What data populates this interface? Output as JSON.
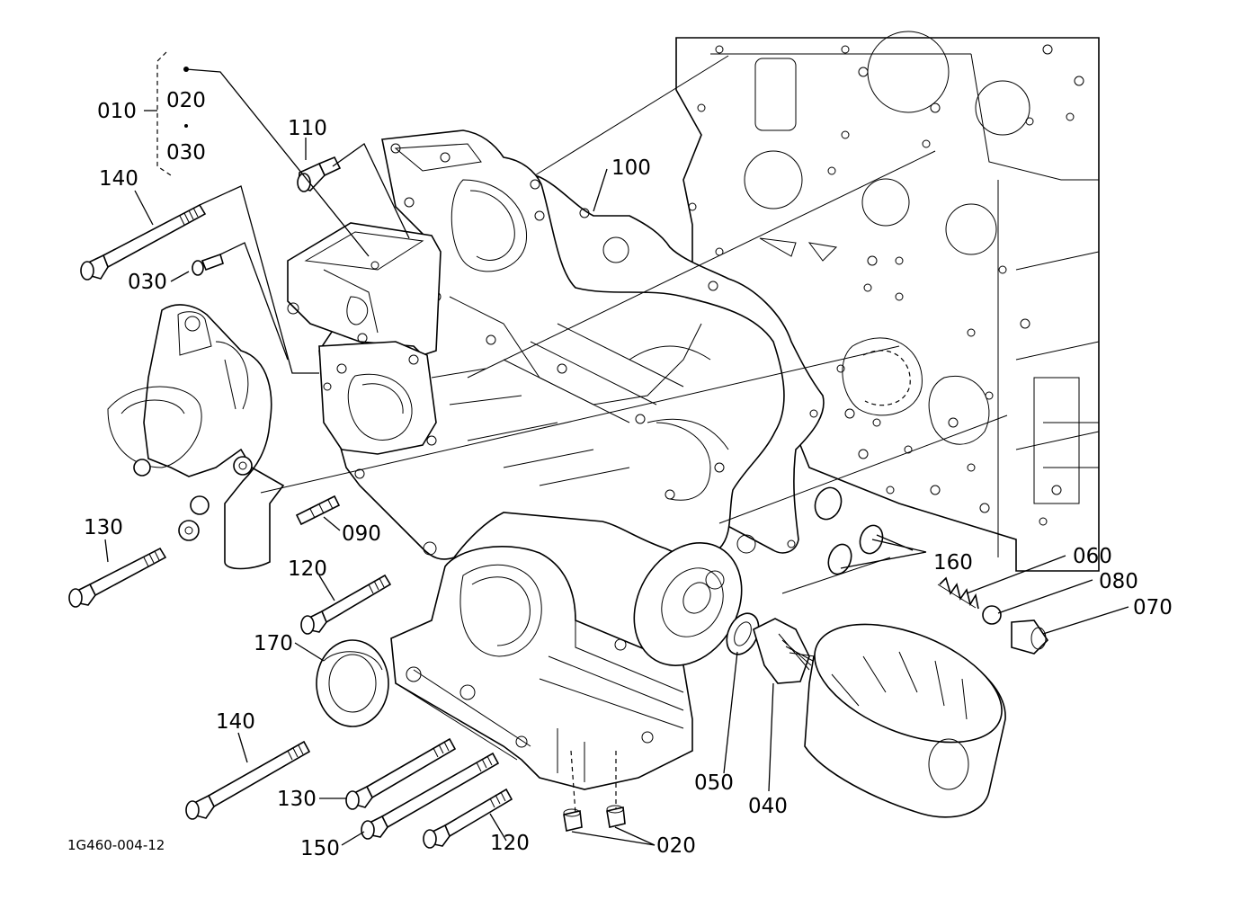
{
  "callouts": {
    "p010": "010",
    "p020": "020",
    "p030a": "030",
    "p030b": "030",
    "p110": "110",
    "p100": "100",
    "p140a": "140",
    "p140b": "140",
    "p130a": "130",
    "p130b": "130",
    "p090": "090",
    "p120a": "120",
    "p120b": "120",
    "p170": "170",
    "p150": "150",
    "p160": "160",
    "p060": "060",
    "p080": "080",
    "p070": "070",
    "p050": "050",
    "p040": "040",
    "p020b": "020"
  },
  "caption": "1G460-004-12"
}
